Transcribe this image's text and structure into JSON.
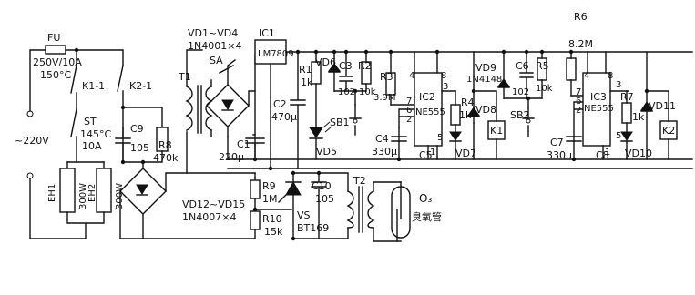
{
  "labels": {
    "fu": "FU",
    "fu_rating": "250V/10A",
    "fu_temp": "150°C",
    "k1": "K1-1",
    "st": "ST",
    "st_temp": "145°C",
    "st_cur": "10A",
    "supply": "~220V",
    "eh1": "EH1",
    "eh1_w": "300W",
    "eh2": "EH2",
    "eh2_w": "300W",
    "k2": "K2-1",
    "c9": "C9",
    "c9_v": "105",
    "r8": "R8",
    "r8_v": "470k",
    "t1": "T1",
    "sa": "SA",
    "vd1_4": "VD1~VD4",
    "vd1_4_type": "1N4001×4",
    "ic1": "IC1",
    "ic1_type": "LM7809",
    "c1": "C1",
    "c1_v": "220μ",
    "c2": "C2",
    "c2_v": "470μ",
    "r1": "R1",
    "r1_v": "1k",
    "vd6": "VD6",
    "vd5": "VD5",
    "c3": "C3",
    "c3_v": "102",
    "r2": "R2",
    "r2_v": "10k",
    "r3": "R3",
    "r3_v": "3.9M",
    "sb1": "SB1",
    "c4": "C4",
    "c4_v": "330μ",
    "ic2": "IC2",
    "ic2_type": "NE555",
    "c5": "C5",
    "vd9": "VD9",
    "vd9_type": "1N4148",
    "r4": "R4",
    "r4_v": "1k",
    "vd8": "VD8",
    "vd7": "VD7",
    "k1_coil": "K1",
    "c6": "C6",
    "c6_v": "102",
    "r5": "R5",
    "r5_v": "10k",
    "r6": "R6",
    "r6_v": "8.2M",
    "sb2": "SB2",
    "c7": "C7",
    "c7_v": "330μ",
    "ic3": "IC3",
    "ic3_type": "NE555",
    "c8": "C8",
    "r7": "R7",
    "r7_v": "1k",
    "vd11": "VD11",
    "vd10": "VD10",
    "k2_coil": "K2",
    "vd12_15": "VD12~VD15",
    "vd12_15_type": "1N4007×4",
    "r9": "R9",
    "r9_v": "1M",
    "r10": "R10",
    "r10_v": "15k",
    "vs": "VS",
    "vs_type": "BT169",
    "c10": "C10",
    "c10_v": "105",
    "t2": "T2",
    "o3": "O₃",
    "o3_name": "臭氧管",
    "pin4a": "4",
    "pin8a": "8",
    "pin7a": "7",
    "pin6a": "6",
    "pin2a": "2",
    "pin3a": "3",
    "pin1a": "1",
    "pin5a": "5",
    "pin4b": "4",
    "pin8b": "8",
    "pin7b": "7",
    "pin6b": "6",
    "pin2b": "2",
    "pin3b": "3",
    "pin1b": "1",
    "pin5b": "5"
  }
}
